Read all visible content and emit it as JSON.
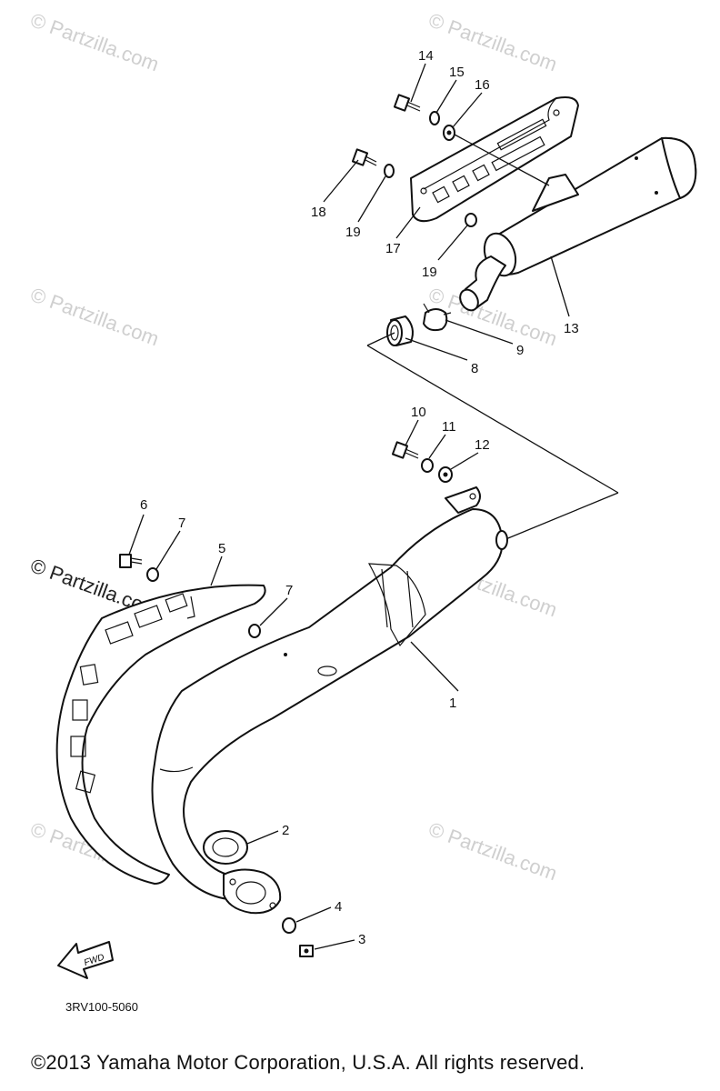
{
  "watermark": "© Partzilla.com",
  "diagram_code": "3RV100-5060",
  "fwd_label": "FWD",
  "copyright": "©2013  Yamaha Motor Corporation, U.S.A. All rights reserved.",
  "callouts": [
    "1",
    "2",
    "3",
    "4",
    "5",
    "6",
    "7",
    "7",
    "8",
    "9",
    "10",
    "11",
    "12",
    "13",
    "14",
    "15",
    "16",
    "17",
    "18",
    "19",
    "19"
  ]
}
